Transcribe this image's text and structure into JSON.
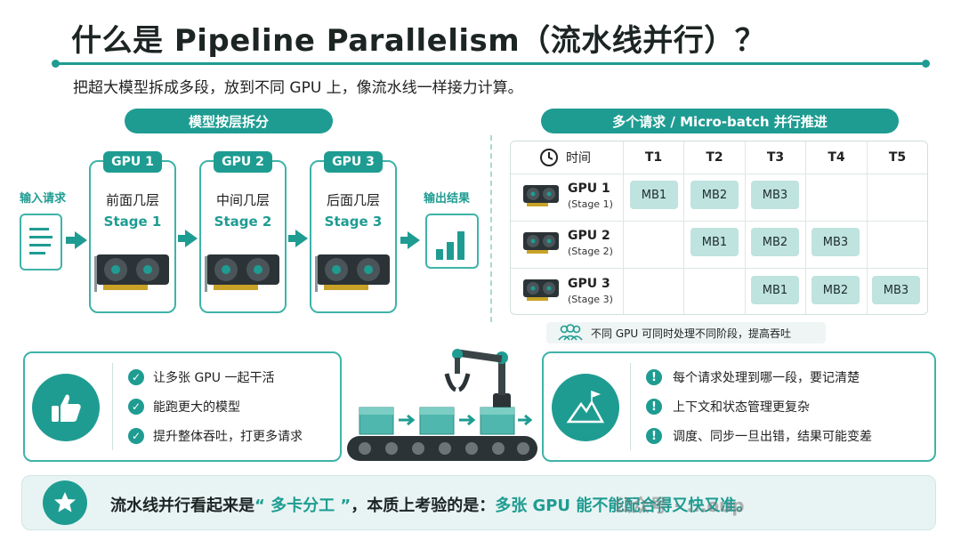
{
  "header": {
    "title": "什么是 Pipeline Parallelism（流水线并行）？",
    "subtitle": "把超大模型拆成多段，放到不同 GPU 上，像流水线一样接力计算。"
  },
  "left_section": {
    "pill": "模型按层拆分",
    "input_label": "输入请求",
    "output_label": "输出结果",
    "stages": [
      {
        "gpu": "GPU 1",
        "title": "前面几层",
        "stage": "Stage 1"
      },
      {
        "gpu": "GPU 2",
        "title": "中间几层",
        "stage": "Stage 2"
      },
      {
        "gpu": "GPU 3",
        "title": "后面几层",
        "stage": "Stage 3"
      }
    ]
  },
  "right_section": {
    "pill": "多个请求 / Micro-batch 并行推进",
    "time_label": "时间",
    "columns": [
      "T1",
      "T2",
      "T3",
      "T4",
      "T5"
    ],
    "rows": [
      {
        "gpu": "GPU 1",
        "stage": "(Stage 1)",
        "cells": [
          "MB1",
          "MB2",
          "MB3",
          "",
          ""
        ]
      },
      {
        "gpu": "GPU 2",
        "stage": "(Stage 2)",
        "cells": [
          "",
          "MB1",
          "MB2",
          "MB3",
          ""
        ]
      },
      {
        "gpu": "GPU 3",
        "stage": "(Stage 3)",
        "cells": [
          "",
          "",
          "MB1",
          "MB2",
          "MB3"
        ]
      }
    ],
    "note": "不同 GPU 可同时处理不同阶段，提高吞吐"
  },
  "pros": {
    "items": [
      "让多张 GPU 一起干活",
      "能跑更大的模型",
      "提升整体吞吐，打更多请求"
    ]
  },
  "cons": {
    "items": [
      "每个请求处理到哪一段，要记清楚",
      "上下文和状态管理更复杂",
      "调度、同步一旦出错，结果可能变差"
    ]
  },
  "footer": {
    "text_a": "流水线并行看起来是",
    "text_b": "“ 多卡分工 ”",
    "text_c": "，本质上考验的是：",
    "text_d": "多张 GPU 能不能配合得又快又准。",
    "watermark": "公众号 · ...oup"
  },
  "colors": {
    "accent": "#1f9c92",
    "accent_light": "#bfe3df",
    "border": "#3fb3a8"
  },
  "icons": [
    "document-icon",
    "bar-chart-icon",
    "gpu-card-icon",
    "clock-icon",
    "users-icon",
    "thumbs-up-icon",
    "mountain-flag-icon",
    "star-icon",
    "robot-arm-icon",
    "conveyor-belt-icon",
    "check-icon",
    "exclamation-icon"
  ]
}
